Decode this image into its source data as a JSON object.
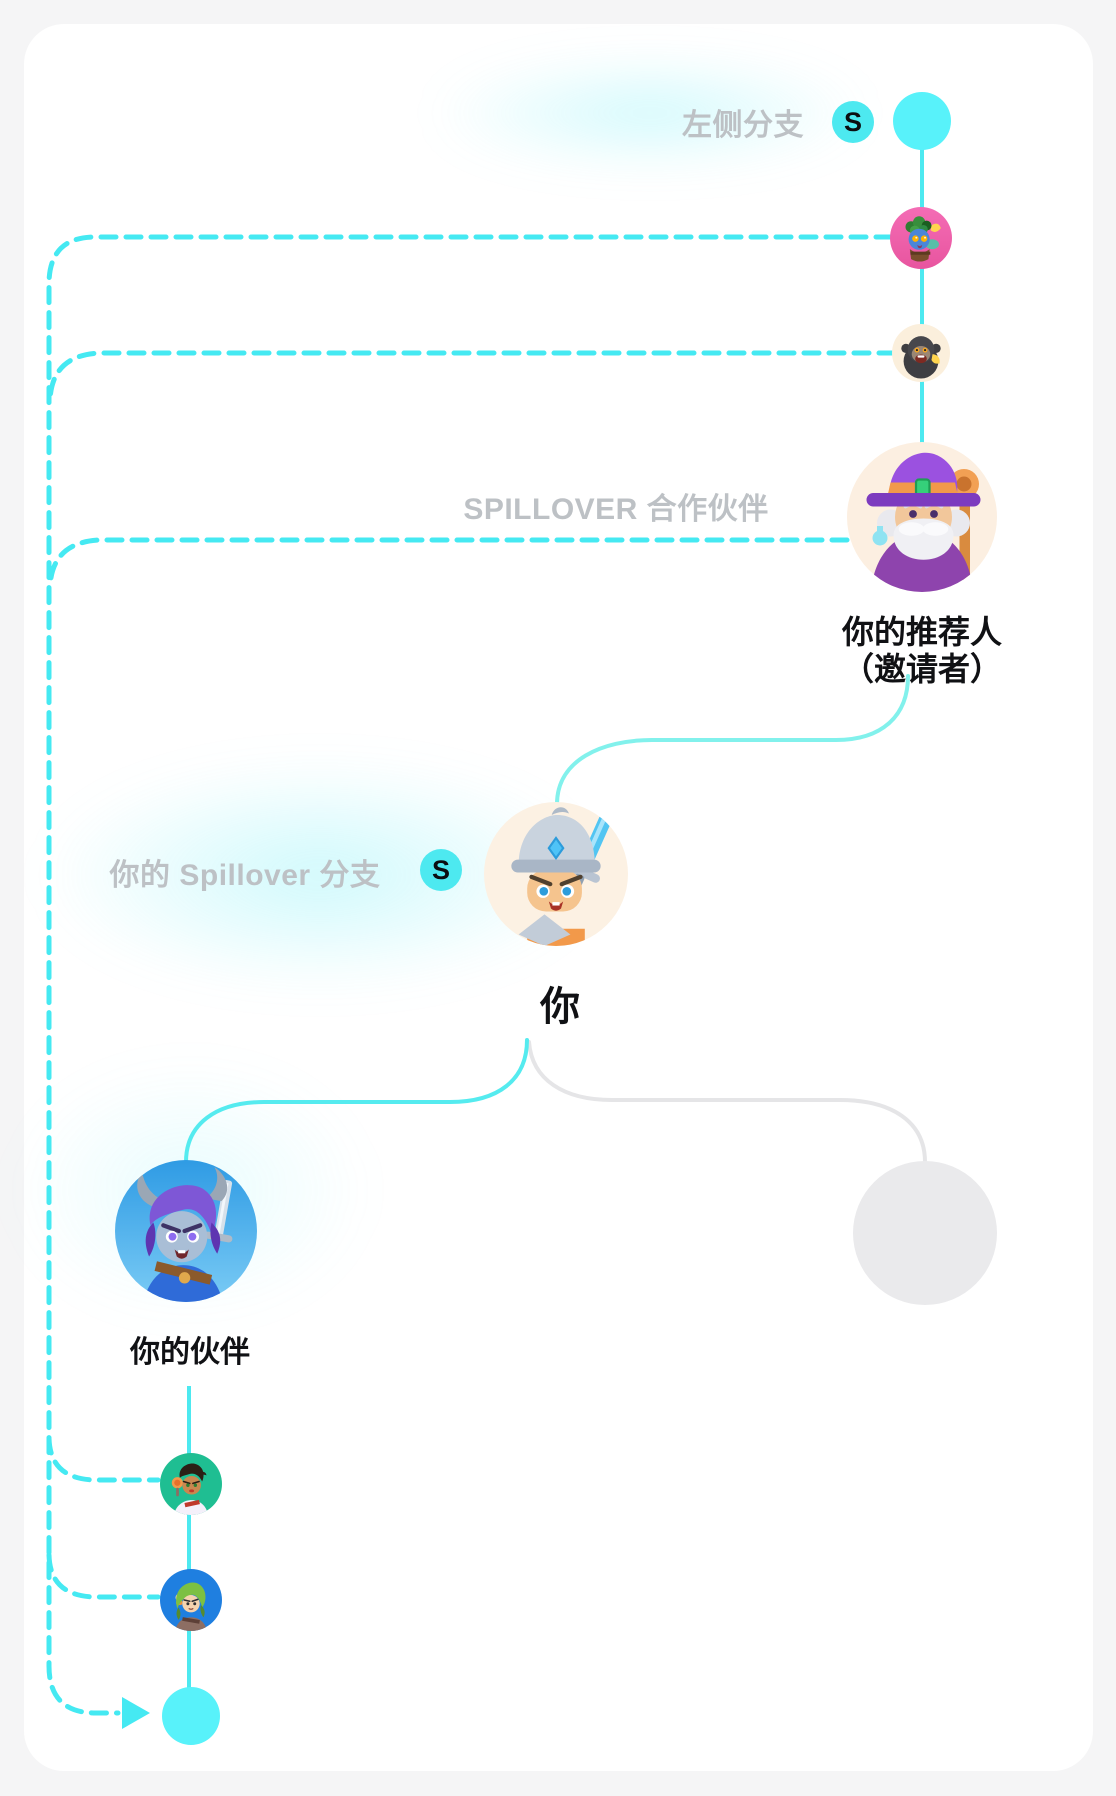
{
  "page": {
    "background_color": "#F5F5F6",
    "card_color": "#FFFFFF"
  },
  "palette": {
    "cyan_line": "#45E9F2",
    "cyan_soft_line": "#82F1EC",
    "cyan_node_fill": "#58F2FA",
    "badge_cyan": "#4DE9F0",
    "gray_line": "#E5E5E7",
    "gray_node_fill": "#EAEAEC",
    "muted_text": "#BDC1C5",
    "dark_text": "#101114"
  },
  "branches": {
    "left_branch": {
      "label": "左侧分支",
      "badge": "S"
    },
    "spillover_partner": {
      "label": "SPILLOVER 合作伙伴"
    },
    "your_spillover": {
      "label": "你的 Spillover 分支",
      "badge": "S"
    }
  },
  "nodes": {
    "top_node": {
      "avatar": "cyan-dot"
    },
    "spillover_upline": [
      {
        "avatar": "leaf-monkey"
      },
      {
        "avatar": "gorilla"
      }
    ],
    "referrer": {
      "label_line1": "你的推荐人",
      "label_line2": "（邀请者）",
      "avatar": "wizard"
    },
    "you": {
      "label": "你",
      "avatar": "warrior"
    },
    "partner": {
      "label": "你的伙伴",
      "avatar": "horned-rogue"
    },
    "empty_right": {
      "avatar": "gray-placeholder"
    },
    "partner_downline": [
      {
        "avatar": "torch-fighter"
      },
      {
        "avatar": "green-archer"
      }
    ],
    "bottom_node": {
      "avatar": "cyan-dot"
    }
  }
}
